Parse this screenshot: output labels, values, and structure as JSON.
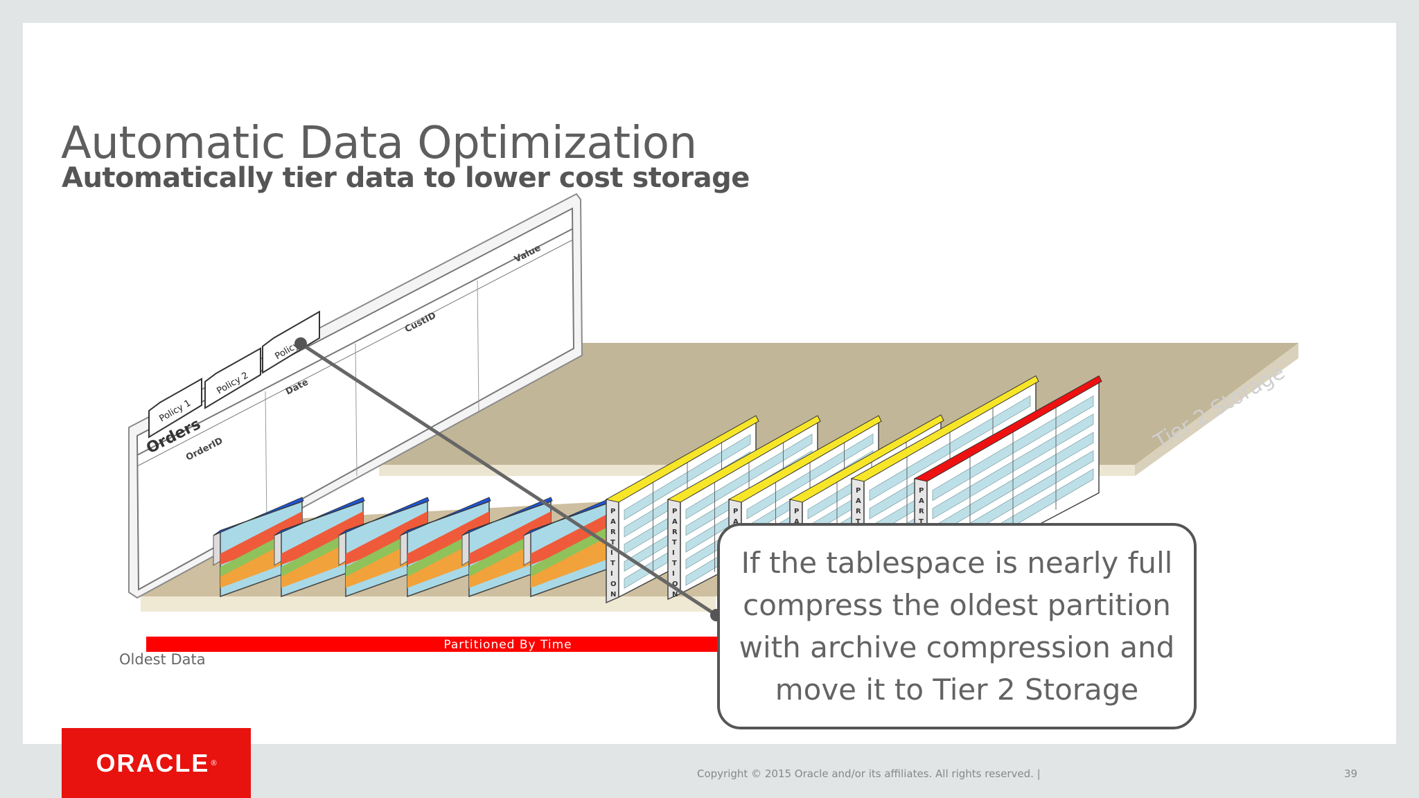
{
  "slide": {
    "title": "Automatic Data Optimization",
    "subtitle": "Automatically tier data to lower cost storage",
    "oldest_label": "Oldest Data",
    "callout": "If the tablespace is nearly full compress the oldest partition with archive compression and move it to Tier 2 Storage"
  },
  "diagram": {
    "table_name": "Orders",
    "columns": [
      "OrderID",
      "Date",
      "CustID",
      "Value"
    ],
    "policies": [
      "Policy 1",
      "Policy 2",
      "Policy 3"
    ],
    "partition_bar_label": "Partitioned By Time",
    "tier2_label": "Tier 2 Storage",
    "partition_word": "PARTITION",
    "colors": {
      "partition_bar": "#ff0000",
      "compressed_header": "#1f55d8",
      "archive_header": "#f7e628",
      "oldest_header": "#ee1111",
      "shelf": "#cfc2a8",
      "callout_line": "#666666"
    }
  },
  "footer": {
    "logo": "ORACLE",
    "copyright": "Copyright © 2015 Oracle and/or its affiliates. All rights reserved.  |",
    "page": "39"
  }
}
